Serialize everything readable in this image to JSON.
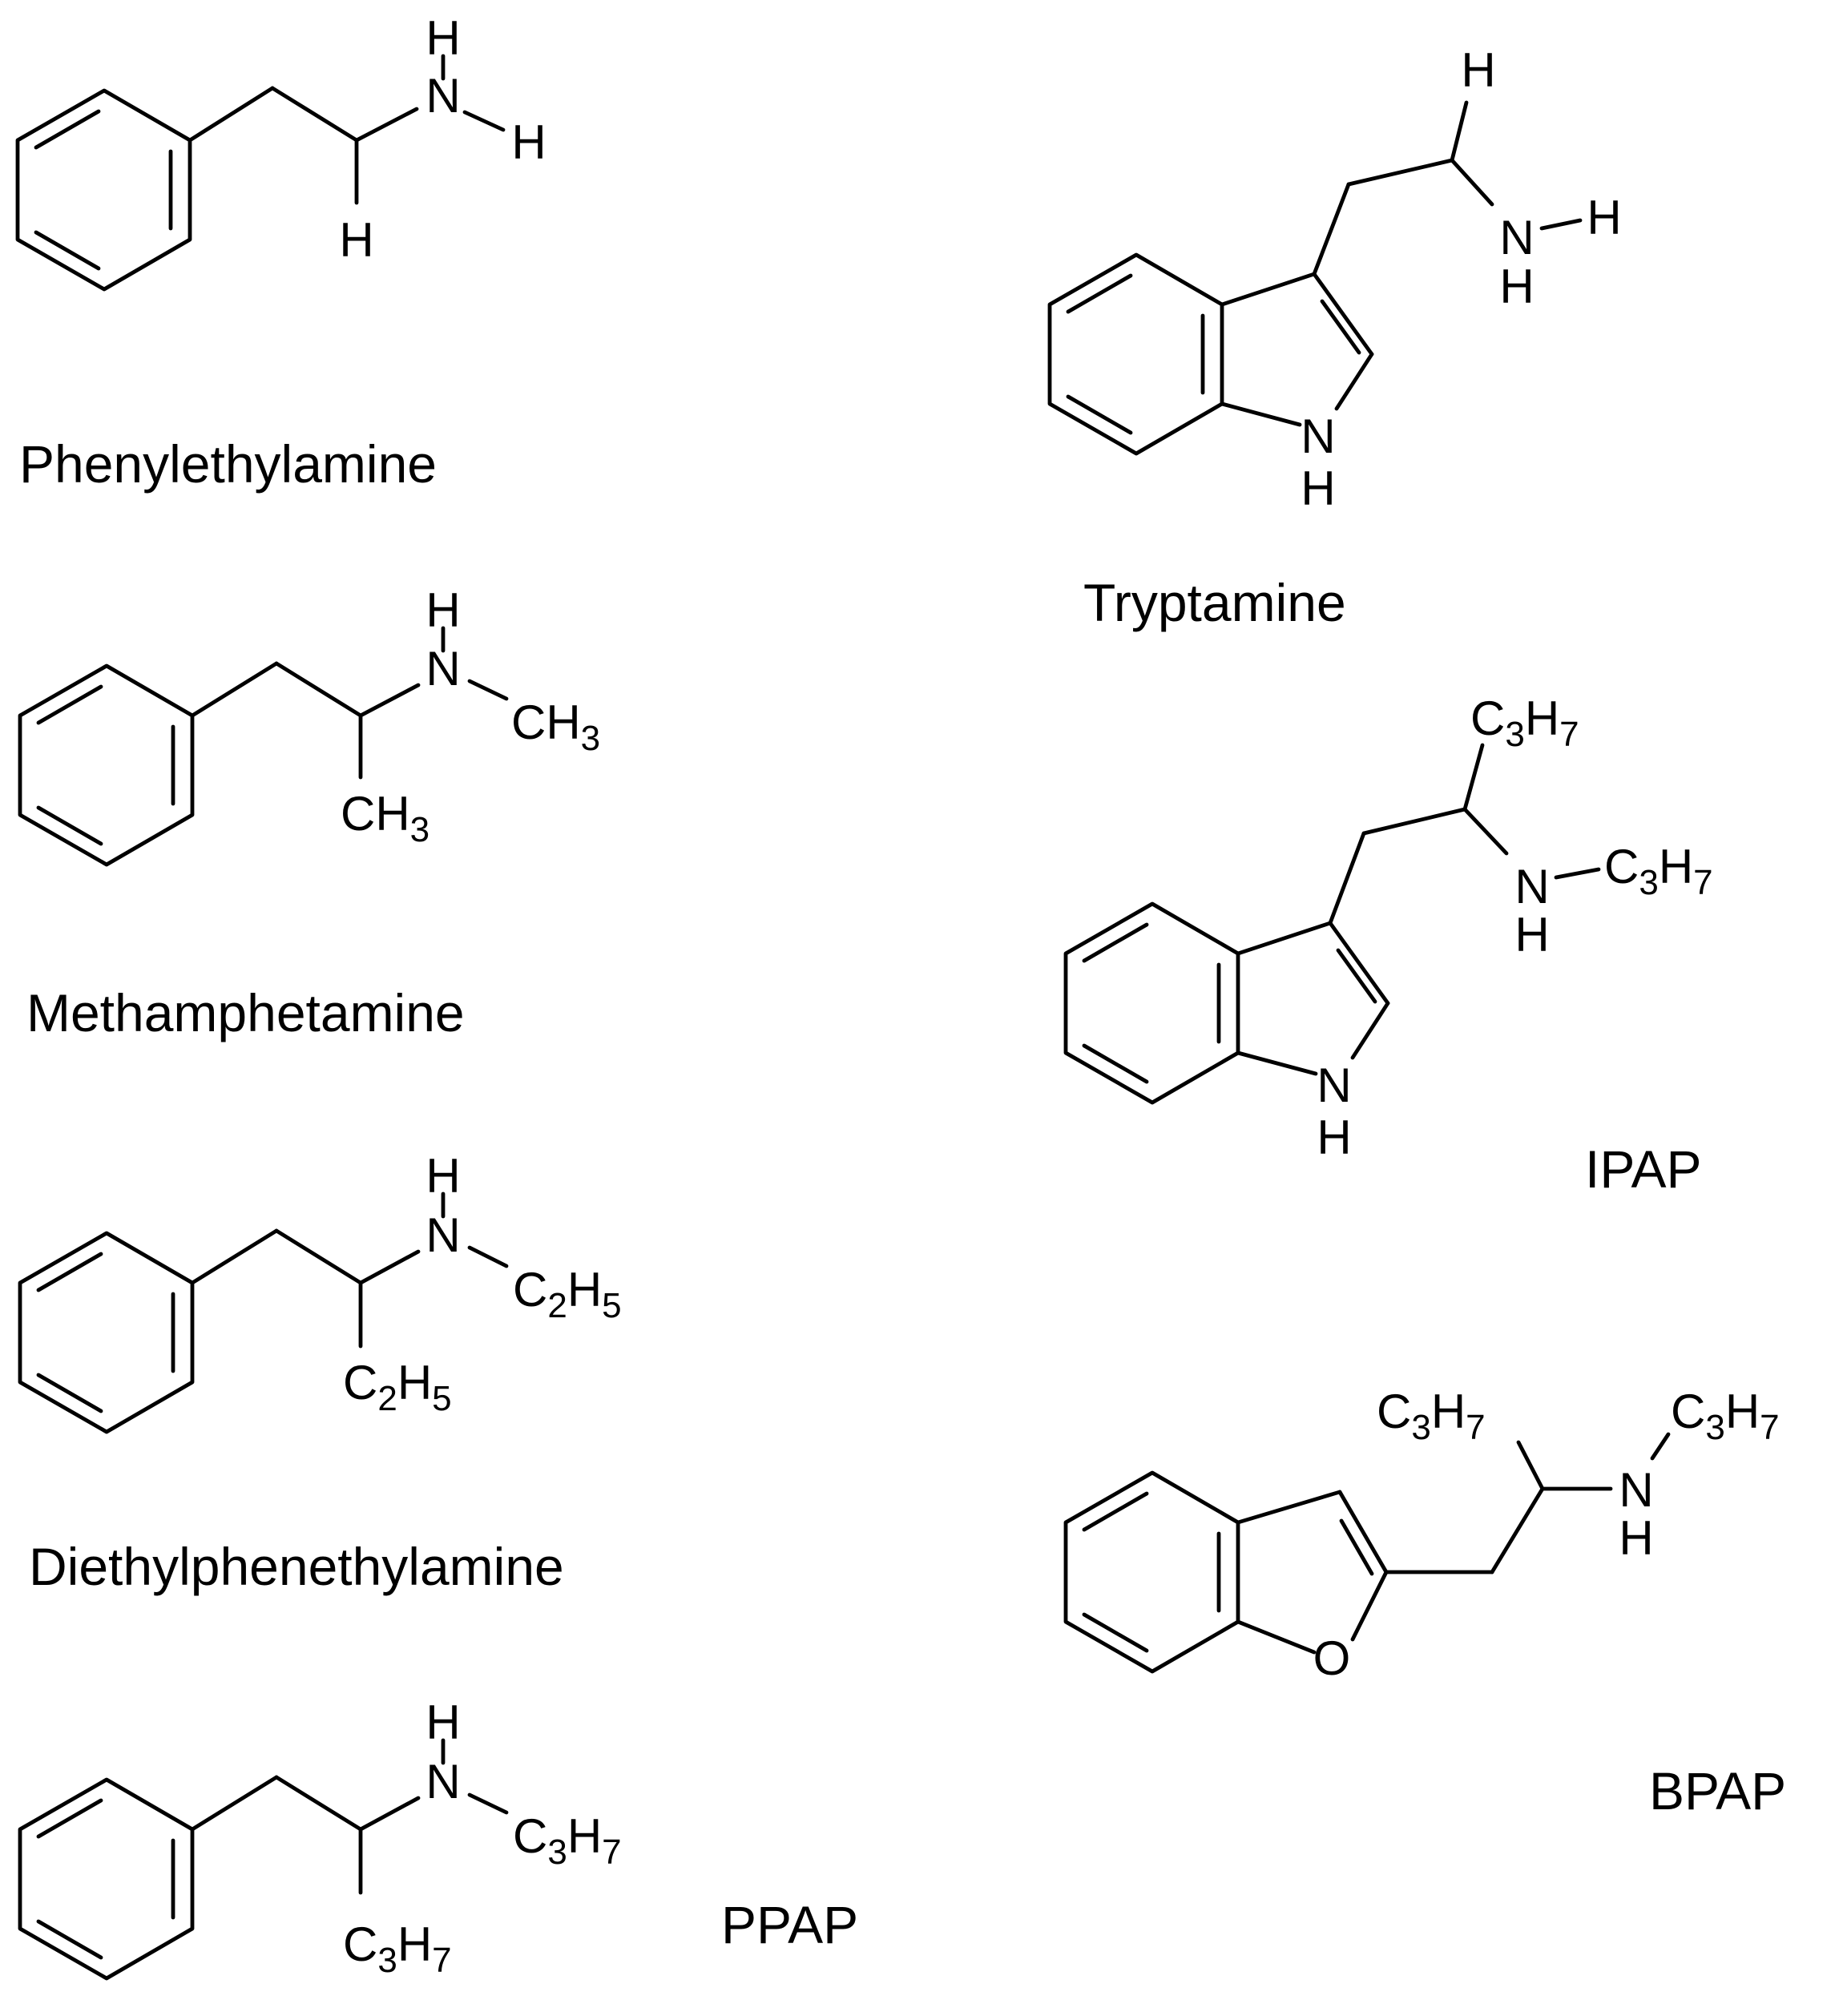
{
  "names": {
    "phenylethylamine": "Phenylethylamine",
    "methamphetamine": "Methamphetamine",
    "diethylphenethylamine": "Diethylphenethylamine",
    "ppap": "PPAP",
    "tryptamine": "Tryptamine",
    "ipap": "IPAP",
    "bpap": "BPAP"
  },
  "atoms": {
    "H": "H",
    "N": "N",
    "O": "O",
    "C": "C"
  },
  "groups": {
    "ch3": {
      "el": "CH",
      "sub": "3"
    },
    "c2h5": {
      "c": "C",
      "c_sub": "2",
      "h": "H",
      "h_sub": "5"
    },
    "c3h7": {
      "c": "C",
      "c_sub": "3",
      "h": "H",
      "h_sub": "7"
    }
  }
}
